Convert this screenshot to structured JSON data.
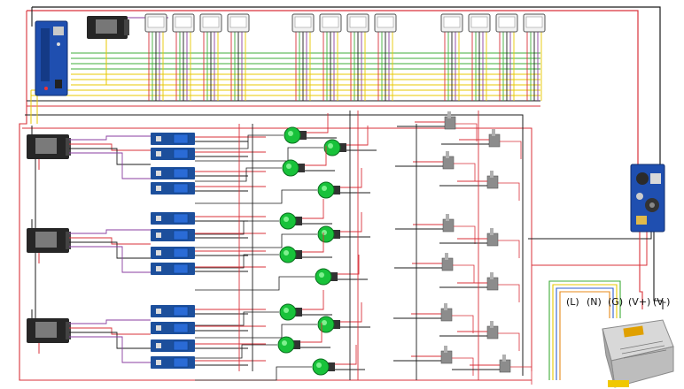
{
  "psu_terminal_labels": [
    "(L)",
    "(N)",
    "(G)",
    "(V+)",
    "(V-)"
  ],
  "colors": {
    "wire_red": "#d9313a",
    "wire_black": "#1b1b1b",
    "wire_green": "#3fae3a",
    "wire_yellow": "#e8c800",
    "wire_purple": "#8a3ea0",
    "wire_blue": "#2f5fd0",
    "wire_orange": "#e88a1a",
    "board_blue": "#1f4fb0",
    "relay_blue": "#1c4f9c",
    "button_green": "#18c23a"
  },
  "components": {
    "microcontroller_mega": 1,
    "esp32_boards": 4,
    "rfid_readers": 12,
    "relay_modules": 12,
    "push_buttons": 12,
    "limit_switches": 12,
    "buck_converter": 1,
    "power_supply": 1
  }
}
